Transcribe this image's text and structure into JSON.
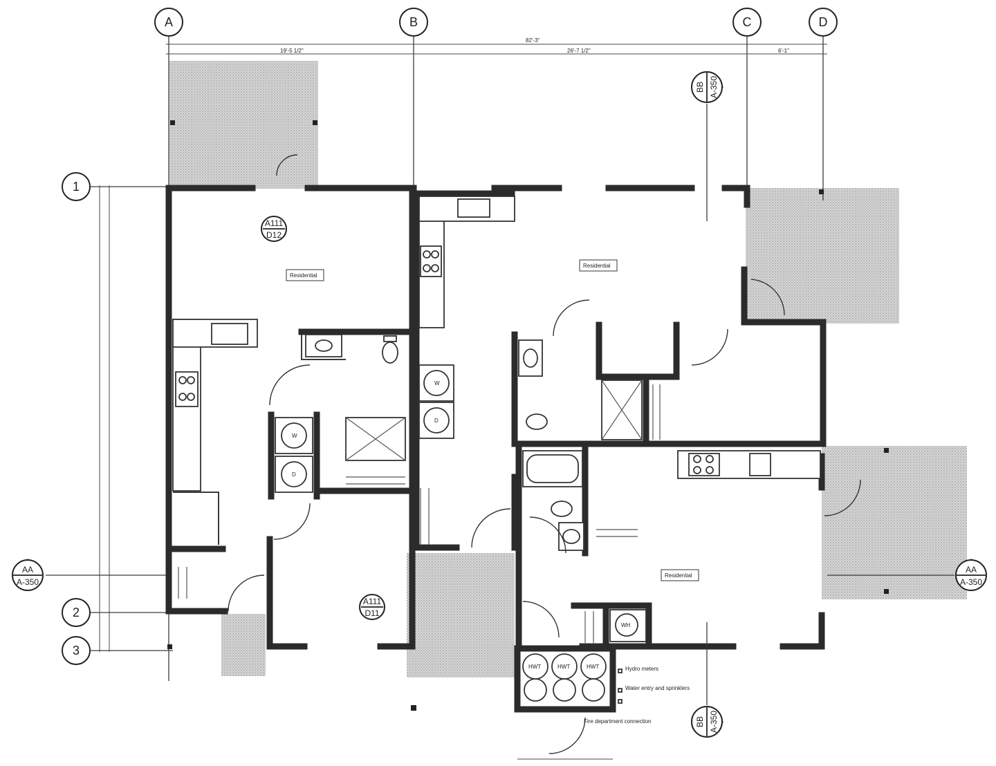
{
  "grid_lines": {
    "columns": [
      "A",
      "B",
      "C",
      "D"
    ],
    "rows": [
      "1",
      "2",
      "3"
    ]
  },
  "dimensions": {
    "overall_width": "82'-3\"",
    "bay_a_b": "19'-5 1/2\"",
    "bay_b_c": "26'-7 1/2\"",
    "bay_c_d": "6'-1\""
  },
  "section_markers": {
    "aa_left": {
      "id": "AA",
      "sheet": "A-350"
    },
    "aa_right": {
      "id": "AA",
      "sheet": "A-350"
    },
    "bb_top": {
      "id": "BB",
      "sheet": "A-350"
    },
    "bb_bottom": {
      "id": "BB",
      "sheet": "A-350"
    }
  },
  "detail_callouts": {
    "window_top": {
      "sheet": "A111",
      "detail": "D12"
    },
    "window_bottom": {
      "sheet": "A111",
      "detail": "D11"
    }
  },
  "rooms": {
    "unit_1": "Residential",
    "unit_2": "Residential",
    "unit_3": "Residential"
  },
  "appliance_labels": {
    "washer_1": "W",
    "dryer_1": "D",
    "washer_2": "W",
    "dryer_2": "D",
    "water_heater": "WH",
    "hot_water_tanks": [
      "HWT",
      "HWT",
      "HWT"
    ]
  },
  "service_room_notes": {
    "hydro": "Hydro meters",
    "water": "Water entry and sprinklers",
    "fire_dept": "Fire department connection"
  },
  "icons": [
    "section-marker-icon",
    "detail-callout-icon",
    "door-swing-icon",
    "sink-icon",
    "toilet-icon",
    "stove-icon",
    "bathtub-icon",
    "shower-icon"
  ]
}
